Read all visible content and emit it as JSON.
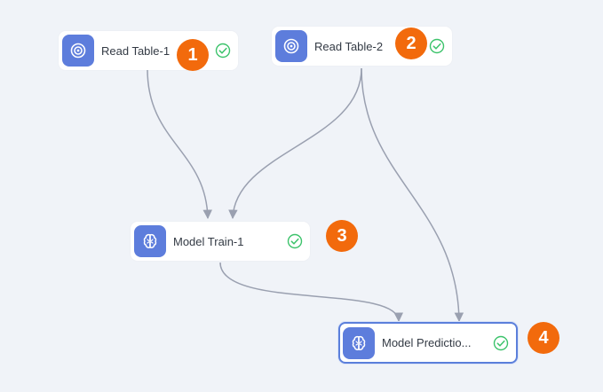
{
  "colors": {
    "canvas_bg": "#f0f3f8",
    "node_icon_bg": "#5d7ddc",
    "edge": "#9aa0b0",
    "success": "#3cc36b",
    "badge": "#f26a0c",
    "selected_border": "#5b7fdb"
  },
  "nodes": [
    {
      "label": "Read Table-1",
      "icon": "read-table-icon",
      "status": "success",
      "badge": "1"
    },
    {
      "label": "Read Table-2",
      "icon": "read-table-icon",
      "status": "success",
      "badge": "2"
    },
    {
      "label": "Model Train-1",
      "icon": "model-brain-icon",
      "status": "success",
      "badge": "3"
    },
    {
      "label": "Model Predictio...",
      "icon": "model-brain-icon",
      "status": "success",
      "badge": "4",
      "selected": true
    }
  ],
  "edges": [
    {
      "from": "Read Table-1",
      "to": "Model Train-1"
    },
    {
      "from": "Read Table-2",
      "to": "Model Train-1"
    },
    {
      "from": "Read Table-2",
      "to": "Model Predictio..."
    },
    {
      "from": "Model Train-1",
      "to": "Model Predictio..."
    }
  ]
}
